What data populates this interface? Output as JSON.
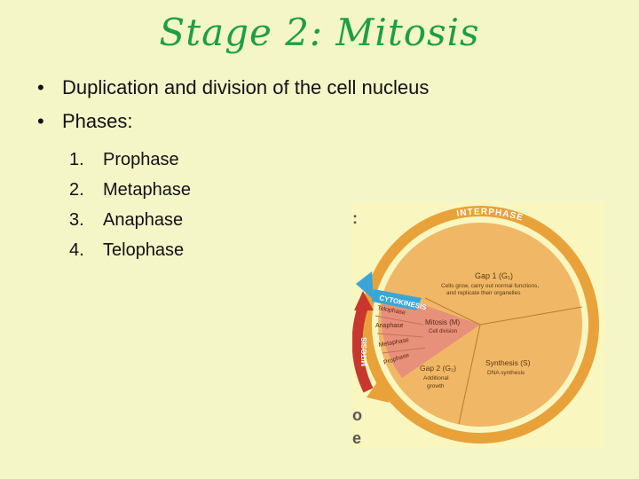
{
  "slide": {
    "title": "Stage 2: Mitosis",
    "bullets": [
      "Duplication and division of the cell nucleus",
      "Phases:"
    ],
    "phases": [
      {
        "num": "1.",
        "label": "Prophase"
      },
      {
        "num": "2.",
        "label": "Metaphase"
      },
      {
        "num": "3.",
        "label": "Anaphase"
      },
      {
        "num": "4.",
        "label": "Telophase"
      }
    ]
  },
  "figure": {
    "interphase": "INTERPHASE",
    "cytokinesis": "CYTOKINESIS",
    "mitosis_arc": "MITOSIS",
    "gap1_title": "Gap 1 (G₁)",
    "gap1_desc_1": "Cells grow, carry out normal functions,",
    "gap1_desc_2": "and replicate their organelles",
    "mitosis_title": "Mitosis (M)",
    "mitosis_desc": "Cell division",
    "synthesis_title": "Synthesis (S)",
    "synthesis_desc": "DNA synthesis",
    "gap2_title": "Gap 2 (G₂)",
    "gap2_desc_1": "Additional",
    "gap2_desc_2": "growth",
    "telophase": "Telophase",
    "anaphase": "Anaphase",
    "metaphase": "Metaphase",
    "prophase": "Prophase",
    "stray_1": ":",
    "stray_2": "o",
    "stray_3": "e"
  },
  "colors": {
    "title": "#1e9e46",
    "background": "#f4f6c8",
    "cycle_fill": "#f0b866",
    "mitosis_fill": "#e8917a",
    "ring": "#e9a23a",
    "mitosis_arrow": "#c8372d",
    "cytokinesis_arrow": "#3aa6d8"
  }
}
